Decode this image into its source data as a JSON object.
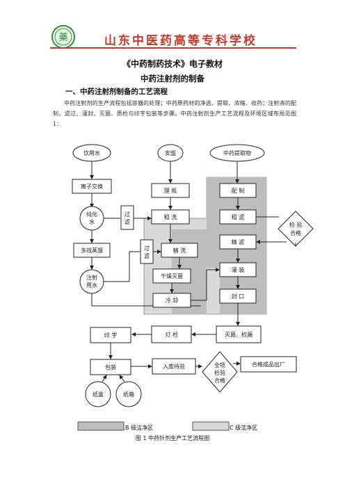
{
  "header": {
    "school_name": "山东中医药高等专科学校",
    "logo_text": "藥"
  },
  "title": "《中药制药技术》电子教材",
  "subtitle": "中药注射剂的制备",
  "section_heading": "一、中药注射剂制备的工艺流程",
  "intro": "中药注射剂的生产流程包括容器的处理；中药原药材的净选、提取、浓缩、收药；注射液的配制、滤过、灌封、灭菌、质检与印字包装等步骤。中药注射剂生产工艺流程及环境区域布局见图 1：",
  "flowchart": {
    "nodes": {
      "drinking_water": "饮用水",
      "ampoule": "安瓿",
      "extract": "中药提取物",
      "ion_exchange": "离子交换",
      "pure_water": "纯化水",
      "filter_1": "过滤",
      "multi_distill": "多效蒸馏",
      "filter_2": "过滤",
      "injection_water": "注射用水",
      "sort_ampoule": "理 瓶",
      "rough_wash": "粗 洗",
      "fine_wash": "精 洗",
      "dry_sterilize": "干燥灭菌",
      "cool": "冷 却",
      "prepare": "配 制",
      "rough_filter": "粗 滤",
      "fine_filter": "精 滤",
      "fill": "灌 装",
      "seal": "封 口",
      "inspect_ok": "检验合格",
      "print": "印 字",
      "light_check": "灯 检",
      "sterilize_leak": "灭菌、检漏",
      "package": "包装",
      "storage": "入库待验",
      "full_check": "全项检验合格",
      "finished": "合格成品出厂",
      "paper_box": "纸盒",
      "paper_carton": "纸箱"
    }
  },
  "legend": {
    "b_label": "B 级洁净区",
    "c_label": "C 级洁净区"
  },
  "caption": "图 1  中药针剂生产工艺流程图",
  "colors": {
    "school_red": "#c0392b",
    "b_zone": "#bdbdbd",
    "c_zone": "#d9d9d9",
    "logo_green": "#2e8b3a"
  }
}
